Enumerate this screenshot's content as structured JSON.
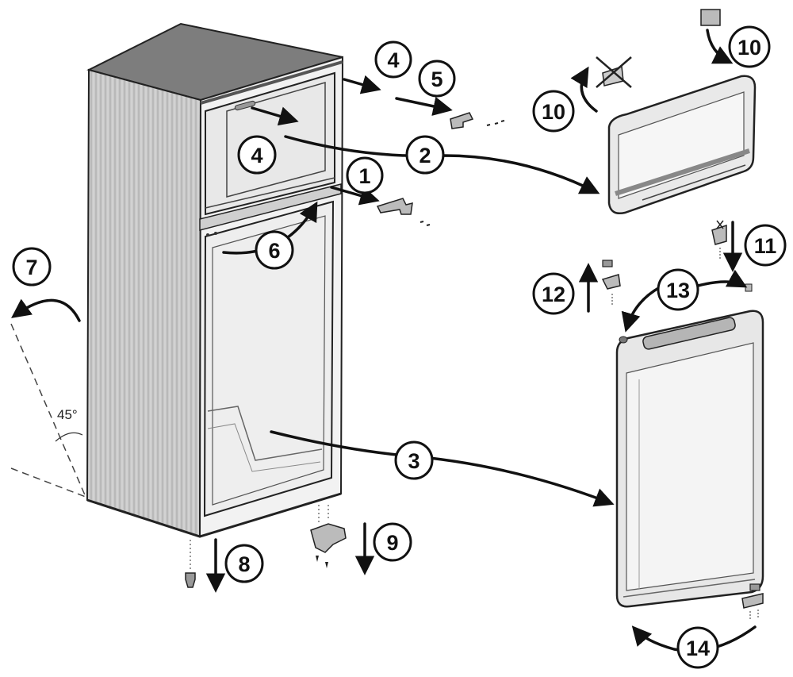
{
  "diagram": {
    "steps": [
      {
        "id": "step-1",
        "label": "1"
      },
      {
        "id": "step-2",
        "label": "2"
      },
      {
        "id": "step-3",
        "label": "3"
      },
      {
        "id": "step-4a",
        "label": "4"
      },
      {
        "id": "step-4b",
        "label": "4"
      },
      {
        "id": "step-5",
        "label": "5"
      },
      {
        "id": "step-6",
        "label": "6"
      },
      {
        "id": "step-7",
        "label": "7"
      },
      {
        "id": "step-8",
        "label": "8"
      },
      {
        "id": "step-9",
        "label": "9"
      },
      {
        "id": "step-10a",
        "label": "10"
      },
      {
        "id": "step-10b",
        "label": "10"
      },
      {
        "id": "step-11",
        "label": "11"
      },
      {
        "id": "step-12",
        "label": "12"
      },
      {
        "id": "step-13",
        "label": "13"
      },
      {
        "id": "step-14",
        "label": "14"
      }
    ],
    "angle_label": "45°"
  }
}
